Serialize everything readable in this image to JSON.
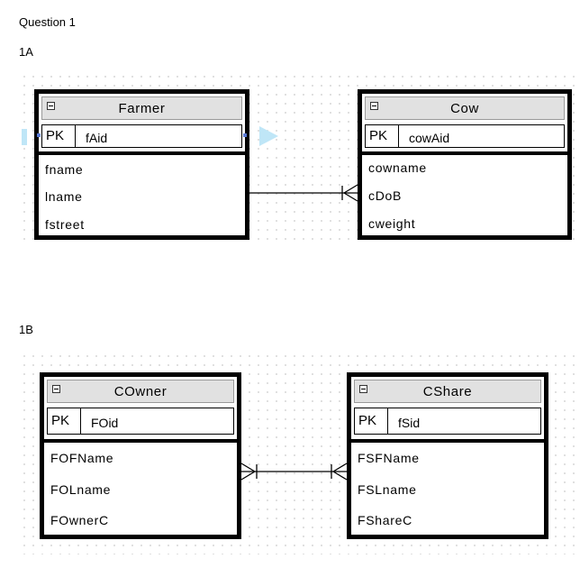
{
  "document": {
    "question": "Question 1",
    "section_a": "1A",
    "section_b": "1B"
  },
  "diagram_a": {
    "entities": [
      {
        "name": "Farmer",
        "pk_label": "PK",
        "pk_field": "fAid",
        "attributes": [
          "fname",
          "lname",
          "fstreet"
        ]
      },
      {
        "name": "Cow",
        "pk_label": "PK",
        "pk_field": "cowAid",
        "attributes": [
          "cowname",
          "cDoB",
          "cweight"
        ]
      }
    ],
    "relationship": {
      "from": "Farmer",
      "to": "Cow",
      "from_end": "plain",
      "to_end": "one-to-many"
    }
  },
  "diagram_b": {
    "entities": [
      {
        "name": "COwner",
        "pk_label": "PK",
        "pk_field": "FOid",
        "attributes": [
          "FOFName",
          "FOLname",
          "FOwnerC"
        ]
      },
      {
        "name": "CShare",
        "pk_label": "PK",
        "pk_field": "fSid",
        "attributes": [
          "FSFName",
          "FSLname",
          "FShareC"
        ]
      }
    ],
    "relationship": {
      "from": "COwner",
      "to": "CShare",
      "from_end": "one-to-many",
      "to_end": "one-to-many"
    }
  },
  "colors": {
    "header_fill": "#e1e1e1",
    "selection_handle": "#5b7bd5",
    "arrow_hint": "#bfe6f7",
    "grid_dot": "#d6d6d6"
  }
}
